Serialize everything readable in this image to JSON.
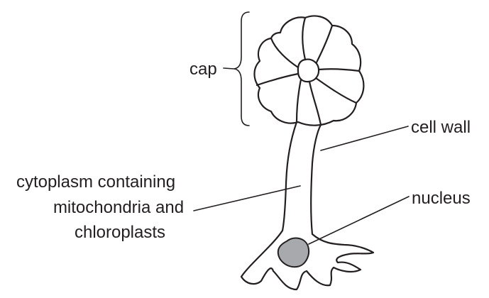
{
  "diagram": {
    "labels": {
      "cap": "cap",
      "cell_wall": "cell wall",
      "cytoplasm_line1": "cytoplasm containing",
      "cytoplasm_line2": "mitochondria and",
      "cytoplasm_line3": "chloroplasts",
      "nucleus": "nucleus"
    },
    "colors": {
      "outline": "#231f20",
      "nucleus_fill": "#a7a9ac",
      "background": "#ffffff"
    }
  }
}
